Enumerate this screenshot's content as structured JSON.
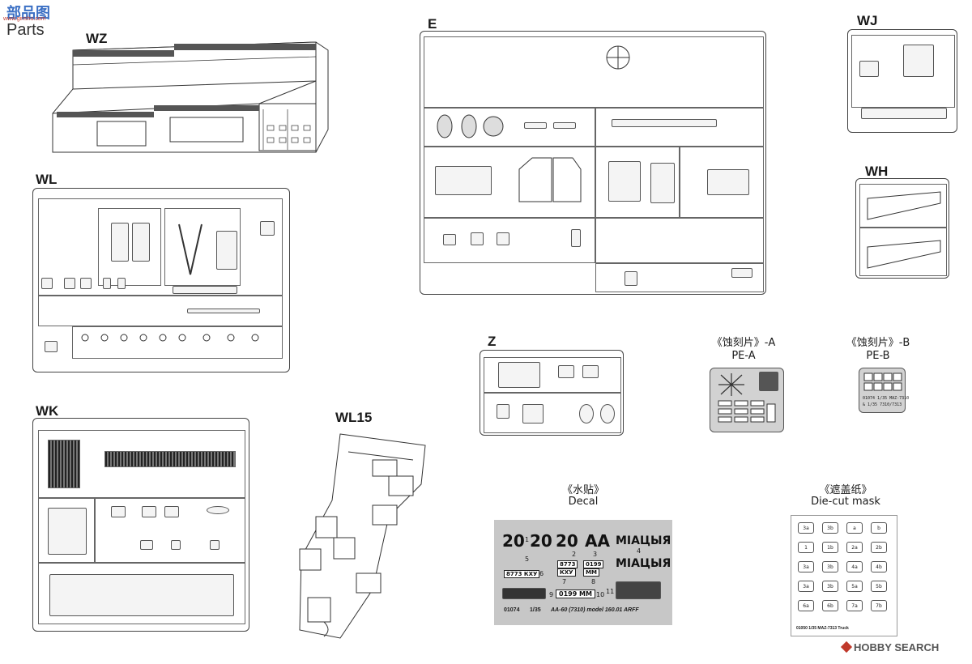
{
  "watermarks": {
    "top_left_site": "部品图",
    "top_left_url": "www.ginshu.com",
    "bottom_right_brand": "HOBBY SEARCH"
  },
  "heading": {
    "parts": "Parts"
  },
  "sprue_labels": {
    "wz": "WZ",
    "wl": "WL",
    "wk": "WK",
    "wl15": "WL15",
    "e": "E",
    "wj": "WJ",
    "wh": "WH",
    "z": "Z"
  },
  "photo_etch": {
    "a_cn": "《蚀刻片》-A",
    "a_en": "PE-A",
    "b_cn": "《蚀刻片》-B",
    "b_en": "PE-B",
    "b_plate_text_1": "01074 1/35 MAZ-7310",
    "b_plate_text_2": "& 1/35 7310/7313"
  },
  "decal": {
    "title_cn": "《水贴》",
    "title_en": "Decal",
    "items": {
      "n20_a": "20",
      "n20_b": "20",
      "n20_c": "20",
      "aa": "AA",
      "word_1": "МІАЦЫЯ",
      "word_2": "МІАЦЫЯ",
      "plate_a": "8773 КХУ",
      "plate_b_top": "8773",
      "plate_b_bot": "КХУ",
      "plate_c_top": "0199",
      "plate_c_bot": "ММ",
      "plate_d": "0199 ММ"
    },
    "numbers": [
      "1",
      "2",
      "3",
      "4",
      "5",
      "6",
      "7",
      "8",
      "9",
      "10",
      "11"
    ],
    "footer_code": "01074",
    "footer_scale": "1/35",
    "footer_title": "AA-60 (7310) model 160.01 ARFF"
  },
  "mask": {
    "title_cn": "《遮盖纸》",
    "title_en": "Die-cut mask",
    "cells": [
      "3a",
      "3b",
      "a",
      "b",
      "1",
      "1b",
      "2a",
      "2b",
      "3a",
      "3b",
      "4a",
      "4b",
      "3a",
      "3b",
      "5a",
      "5b",
      "6a",
      "6b",
      "7a",
      "7b"
    ],
    "footer": "01050 1/35 MAZ-7313 Truck"
  },
  "colors": {
    "line": "#444444",
    "decal_bg": "#c7c7c7",
    "pe_bg": "#d2d2d2",
    "watermark_red": "#c0392b"
  }
}
